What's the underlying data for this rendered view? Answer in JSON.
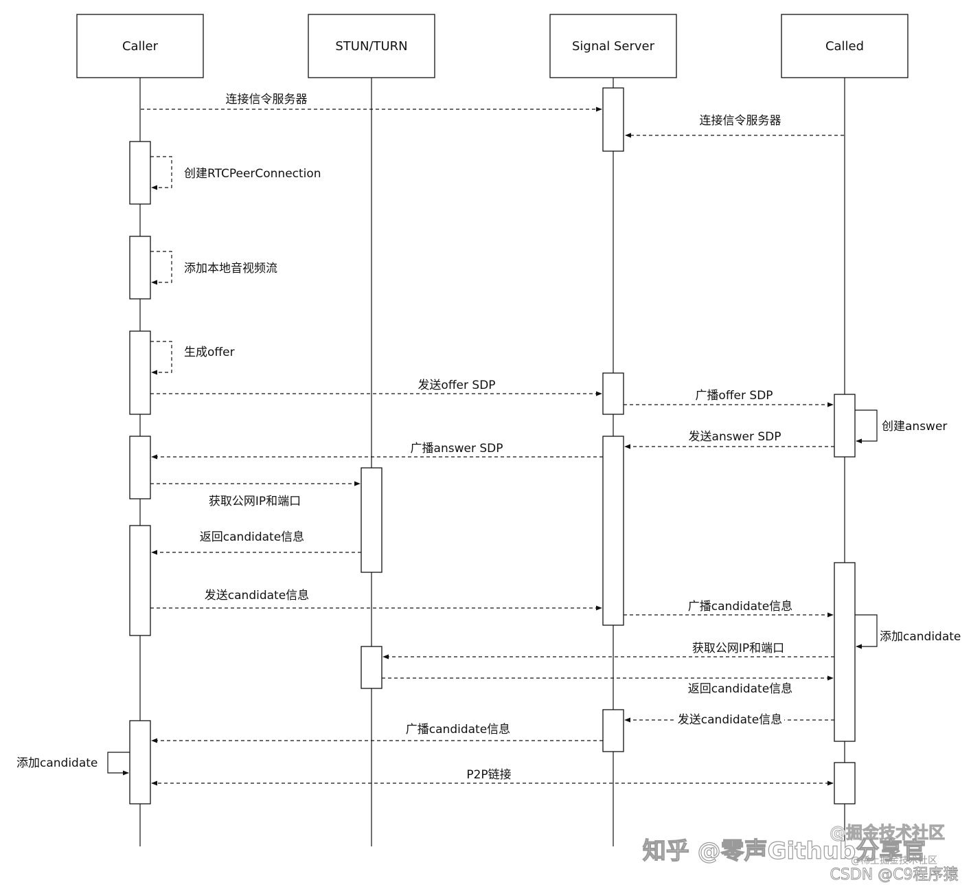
{
  "participants": [
    {
      "id": "caller",
      "label": "Caller"
    },
    {
      "id": "stun",
      "label": "STUN/TURN"
    },
    {
      "id": "signal",
      "label": "Signal Server"
    },
    {
      "id": "called",
      "label": "Called"
    }
  ],
  "messages": [
    {
      "id": "m1",
      "text": "连接信令服务器",
      "style": "dashed"
    },
    {
      "id": "m2",
      "text": "连接信令服务器",
      "style": "dashed"
    },
    {
      "id": "m3",
      "text": "创建RTCPeerConnection",
      "style": "dashed"
    },
    {
      "id": "m4",
      "text": "添加本地音视频流",
      "style": "dashed"
    },
    {
      "id": "m5",
      "text": "生成offer",
      "style": "dashed"
    },
    {
      "id": "m6",
      "text": "发送offer SDP",
      "style": "dashed"
    },
    {
      "id": "m7",
      "text": "广播offer SDP",
      "style": "dashed"
    },
    {
      "id": "m8",
      "text": "创建answer",
      "style": "solid"
    },
    {
      "id": "m9",
      "text": "发送answer SDP",
      "style": "dashed"
    },
    {
      "id": "m10",
      "text": "广播answer SDP",
      "style": "dashed"
    },
    {
      "id": "m11",
      "text": "获取公网IP和端口",
      "style": "dashed"
    },
    {
      "id": "m12",
      "text": "返回candidate信息",
      "style": "dashed"
    },
    {
      "id": "m13",
      "text": "发送candidate信息",
      "style": "dashed"
    },
    {
      "id": "m14",
      "text": "广播candidate信息",
      "style": "dashed"
    },
    {
      "id": "m15",
      "text": "添加candidate",
      "style": "solid"
    },
    {
      "id": "m16",
      "text": "获取公网IP和端口",
      "style": "dashed"
    },
    {
      "id": "m17",
      "text": "返回candidate信息",
      "style": "dashed"
    },
    {
      "id": "m18",
      "text": "发送candidate信息",
      "style": "dashed"
    },
    {
      "id": "m19",
      "text": "广播candidate信息",
      "style": "dashed"
    },
    {
      "id": "m20",
      "text": "添加candidate",
      "style": "solid"
    },
    {
      "id": "m21",
      "text": "P2P链接",
      "style": "dashed-bidirectional"
    }
  ],
  "watermarks": {
    "zhihu": "知乎 @零声Github分享官",
    "juejin": "@掘金技术社区",
    "juejin_small": "@稀土掘金技术社区",
    "csdn": "CSDN @C9程序猿"
  }
}
